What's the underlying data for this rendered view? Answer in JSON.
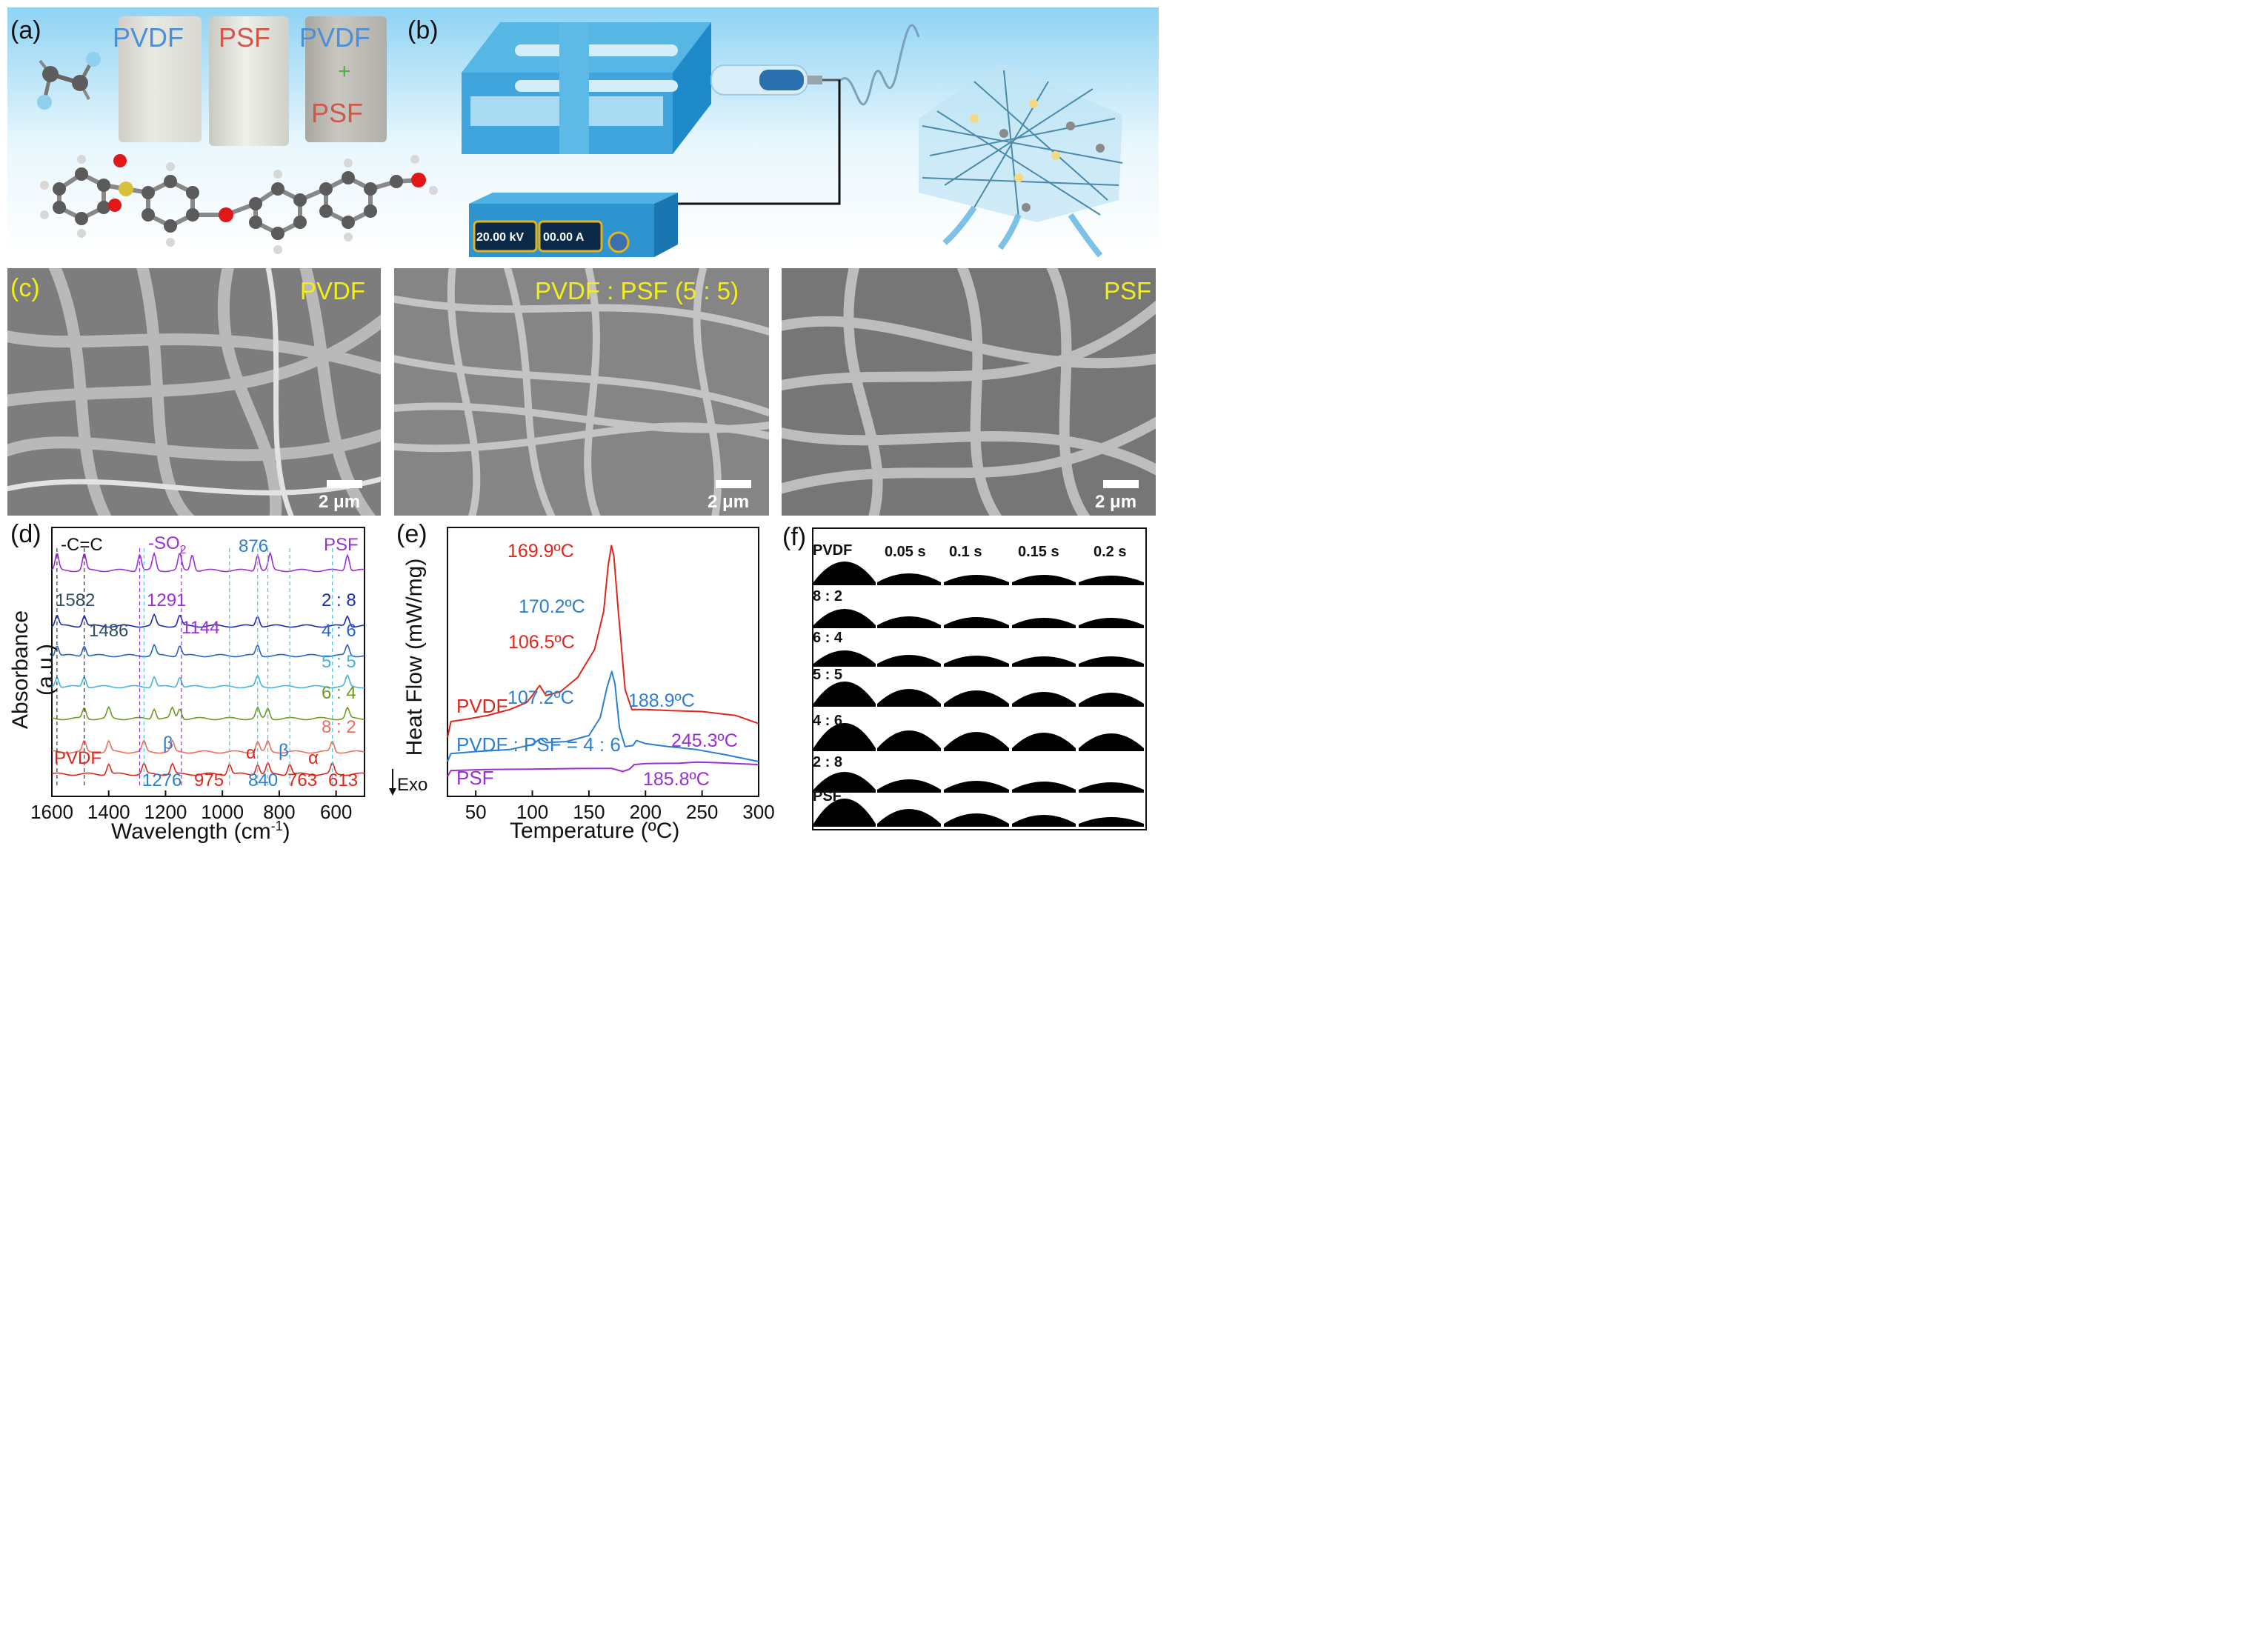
{
  "panels": {
    "a": {
      "label": "(a)",
      "vial_labels": [
        {
          "text": "PVDF",
          "color": "#4a90d9"
        },
        {
          "text": "PSF",
          "color": "#d0584a"
        },
        {
          "text": "PVDF",
          "color": "#4a90d9"
        },
        {
          "text": "+",
          "color": "#4caf50"
        },
        {
          "text": "PSF",
          "color": "#d0584a"
        }
      ]
    },
    "b": {
      "label": "(b)",
      "power_supply": {
        "voltage": "20.00 kV",
        "current": "00.00 A"
      }
    },
    "c": {
      "label": "(c)",
      "images": [
        {
          "title": "PVDF",
          "scale": "2 μm"
        },
        {
          "title": "PVDF : PSF (5 : 5)",
          "scale": "2 μm"
        },
        {
          "title": "PSF",
          "scale": "2 μm"
        }
      ]
    },
    "d": {
      "label": "(d)",
      "ylabel": "Absorbance (a.u.)",
      "xlabel": "Wavelength (cm",
      "xlabel_sup": "-1",
      "xlabel_end": ")",
      "xticks": [
        "1600",
        "1400",
        "1200",
        "1000",
        "800",
        "600"
      ],
      "group_labels": {
        "cc": "-C=C",
        "so2": "-SO",
        "so2_sub": "2"
      },
      "peak_labels": {
        "p876": "876",
        "p1582": "1582",
        "p1291": "1291",
        "p1486": "1486",
        "p1144": "1144",
        "p1276": "1276",
        "p975": "975",
        "p840": "840",
        "p763": "763",
        "p613": "613",
        "beta1": "β",
        "beta2": "β",
        "alpha1": "α",
        "alpha2": "α"
      },
      "series_labels": [
        {
          "text": "PSF",
          "color": "#9b2fd6"
        },
        {
          "text": "2 : 8",
          "color": "#1d2bb0"
        },
        {
          "text": "4 : 6",
          "color": "#2563c9"
        },
        {
          "text": "5 : 5",
          "color": "#45b3e0"
        },
        {
          "text": "6 : 4",
          "color": "#6c9b20"
        },
        {
          "text": "8 : 2",
          "color": "#ef6e5a"
        },
        {
          "text": "PVDF",
          "color": "#e0261c"
        }
      ]
    },
    "e": {
      "label": "(e)",
      "ylabel": "Heat Flow (mW/mg)",
      "xlabel": "Temperature (ºC)",
      "xticks": [
        "50",
        "100",
        "150",
        "200",
        "250",
        "300"
      ],
      "exo": "Exo",
      "series_labels": {
        "pvdf": "PVDF",
        "blend": "PVDF : PSF = 4 : 6",
        "psf": "PSF"
      },
      "annotations": {
        "a1699": "169.9ºC",
        "a1065": "106.5ºC",
        "a1702": "170.2ºC",
        "a1072": "107.2ºC",
        "a1889": "188.9ºC",
        "a2453": "245.3ºC",
        "a1858": "185.8ºC"
      }
    },
    "f": {
      "label": "(f)",
      "time_headers": [
        "0.05 s",
        "0.1 s",
        "0.15 s",
        "0.2 s"
      ],
      "rows": [
        "PVDF",
        "8 : 2",
        "6 : 4",
        "5 : 5",
        "4 : 6",
        "2 : 8",
        "PSF"
      ]
    }
  },
  "chart_data": [
    {
      "type": "line",
      "panel": "d",
      "xlabel": "Wavelength (cm-1)",
      "ylabel": "Absorbance (a.u.)",
      "xlim": [
        1600,
        500
      ],
      "xticks": [
        1600,
        1400,
        1200,
        1000,
        800,
        600
      ],
      "series": [
        {
          "name": "PSF",
          "color": "#9b2fd6",
          "peaks": [
            1582,
            1486,
            1291,
            1240,
            1150,
            1106,
            876,
            832,
            560
          ]
        },
        {
          "name": "2 : 8",
          "color": "#1d2bb0",
          "peaks": [
            1582,
            1486,
            1240,
            1150,
            876,
            560
          ]
        },
        {
          "name": "4 : 6",
          "color": "#2563c9",
          "peaks": [
            1582,
            1486,
            1240,
            1150,
            876,
            560
          ]
        },
        {
          "name": "5 : 5",
          "color": "#45b3e0",
          "peaks": [
            1582,
            1486,
            1240,
            1150,
            876,
            560
          ]
        },
        {
          "name": "6 : 4",
          "color": "#6c9b20",
          "peaks": [
            1486,
            1400,
            1240,
            1176,
            1150,
            876,
            840,
            560
          ]
        },
        {
          "name": "8 : 2",
          "color": "#ef6e5a",
          "peaks": [
            1486,
            1400,
            1276,
            1176,
            876,
            840,
            613
          ]
        },
        {
          "name": "PVDF",
          "color": "#e0261c",
          "peaks": [
            1400,
            1276,
            1176,
            975,
            876,
            840,
            763,
            613
          ]
        }
      ],
      "marked_bands": [
        1582,
        1486,
        1291,
        1276,
        1144,
        975,
        876,
        840,
        763,
        613
      ]
    },
    {
      "type": "line",
      "panel": "e",
      "xlabel": "Temperature (ºC)",
      "ylabel": "Heat Flow (mW/mg)",
      "xlim": [
        25,
        300
      ],
      "xticks": [
        50,
        100,
        150,
        200,
        250,
        300
      ],
      "series": [
        {
          "name": "PVDF",
          "color": "#e0261c",
          "x": [
            25,
            28,
            40,
            60,
            80,
            95,
            100,
            106.5,
            112,
            125,
            140,
            155,
            163,
            167,
            169.9,
            172,
            176,
            182,
            188,
            200,
            220,
            250,
            280,
            300
          ],
          "y": [
            2.2,
            3.0,
            3.1,
            3.3,
            3.6,
            3.95,
            4.3,
            4.8,
            4.3,
            4.5,
            5.2,
            6.6,
            8.5,
            10.8,
            11.8,
            11.3,
            8.5,
            4.6,
            3.6,
            3.6,
            3.55,
            3.5,
            3.3,
            2.9
          ]
        },
        {
          "name": "PVDF : PSF = 4 : 6",
          "color": "#2a7fd4",
          "x": [
            25,
            28,
            50,
            80,
            100,
            107.2,
            112,
            130,
            150,
            160,
            166,
            170.2,
            173,
            177,
            182,
            188.9,
            192,
            200,
            220,
            245,
            270,
            300
          ],
          "y": [
            1.0,
            1.4,
            1.5,
            1.6,
            1.85,
            2.15,
            1.95,
            2.0,
            2.3,
            3.2,
            4.7,
            5.5,
            4.9,
            2.7,
            1.75,
            1.8,
            2.05,
            1.9,
            1.75,
            1.6,
            1.35,
            1.0
          ]
        },
        {
          "name": "PSF",
          "color": "#9b2fd6",
          "x": [
            25,
            28,
            60,
            100,
            140,
            170,
            180,
            185.8,
            190,
            200,
            230,
            245.3,
            260,
            280,
            300
          ],
          "y": [
            0.25,
            0.55,
            0.6,
            0.62,
            0.65,
            0.66,
            0.5,
            0.62,
            0.85,
            0.9,
            0.92,
            0.97,
            0.95,
            0.9,
            0.85
          ]
        }
      ],
      "annotations": [
        {
          "series": "PVDF",
          "x": 169.9,
          "text": "169.9ºC"
        },
        {
          "series": "PVDF",
          "x": 106.5,
          "text": "106.5ºC"
        },
        {
          "series": "PVDF : PSF = 4 : 6",
          "x": 170.2,
          "text": "170.2ºC"
        },
        {
          "series": "PVDF : PSF = 4 : 6",
          "x": 107.2,
          "text": "107.2ºC"
        },
        {
          "series": "PVDF : PSF = 4 : 6",
          "x": 188.9,
          "text": "188.9ºC"
        },
        {
          "series": "PSF",
          "x": 245.3,
          "text": "245.3ºC"
        },
        {
          "series": "PSF",
          "x": 185.8,
          "text": "185.8ºC"
        }
      ]
    }
  ]
}
